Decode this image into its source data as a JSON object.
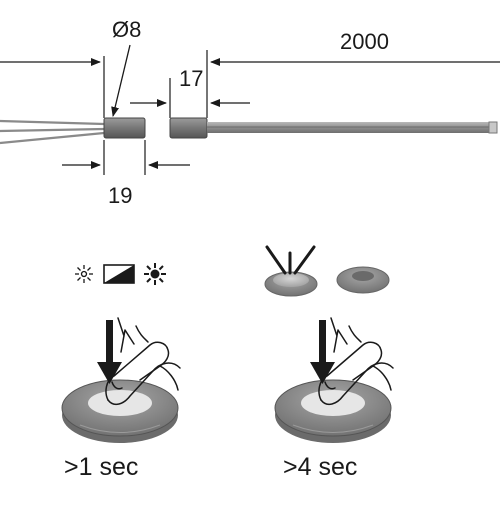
{
  "dimensions": {
    "diameter": "Ø8",
    "cable_length": "2000",
    "gap": "17",
    "sleeve_length": "19"
  },
  "steps": [
    {
      "caption": ">1 sec",
      "icons": [
        "dim-sun-icon",
        "brightness-ramp-icon",
        "bright-sun-icon"
      ]
    },
    {
      "caption": ">4 sec",
      "icons": [
        "pressed-button-icon",
        "released-button-icon"
      ]
    }
  ],
  "colors": {
    "ink": "#1a1a1a",
    "cable": "#9a9a9a",
    "sleeve": "#6f6f6f",
    "button_body": "#8c8c8c",
    "button_top": "#b5b5b5"
  }
}
